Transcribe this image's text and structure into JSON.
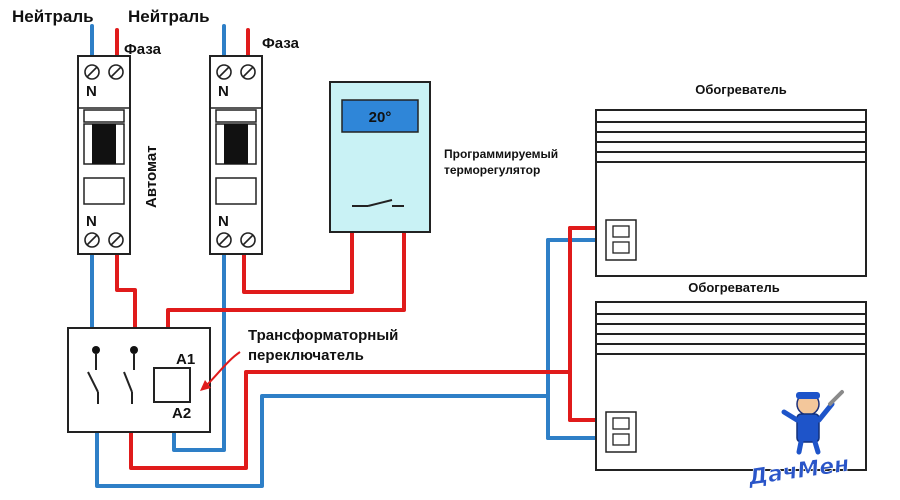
{
  "labels": {
    "neutral_1": "Нейтраль",
    "neutral_2": "Нейтраль",
    "phase_1": "Фаза",
    "phase_2": "Фаза",
    "breaker_vertical": "Автомат",
    "breaker_top_n_1": "N",
    "breaker_bottom_n_1": "N",
    "breaker_top_n_2": "N",
    "breaker_bottom_n_2": "N",
    "thermostat_display": "20°",
    "thermostat_caption_1": "Программируемый",
    "thermostat_caption_2": "терморегулятор",
    "heater_1": "Обогреватель",
    "heater_2": "Обогреватель",
    "contactor_caption_1": "Трансформаторный",
    "contactor_caption_2": "переключатель",
    "coil_a1": "A1",
    "coil_a2": "A2",
    "logo": "ДачМен"
  },
  "colors": {
    "neutral_wire": "#2e7fc7",
    "phase_wire": "#e01b1b",
    "outline": "#222222",
    "thermostat_body": "#c9f2f5",
    "thermostat_display": "#2f86d8",
    "logo": "#2a55c8"
  },
  "icons": [
    "screw-terminal-icon",
    "breaker-lever-icon",
    "thermostat-contact-icon",
    "heater-socket-icon",
    "mascot-icon"
  ]
}
